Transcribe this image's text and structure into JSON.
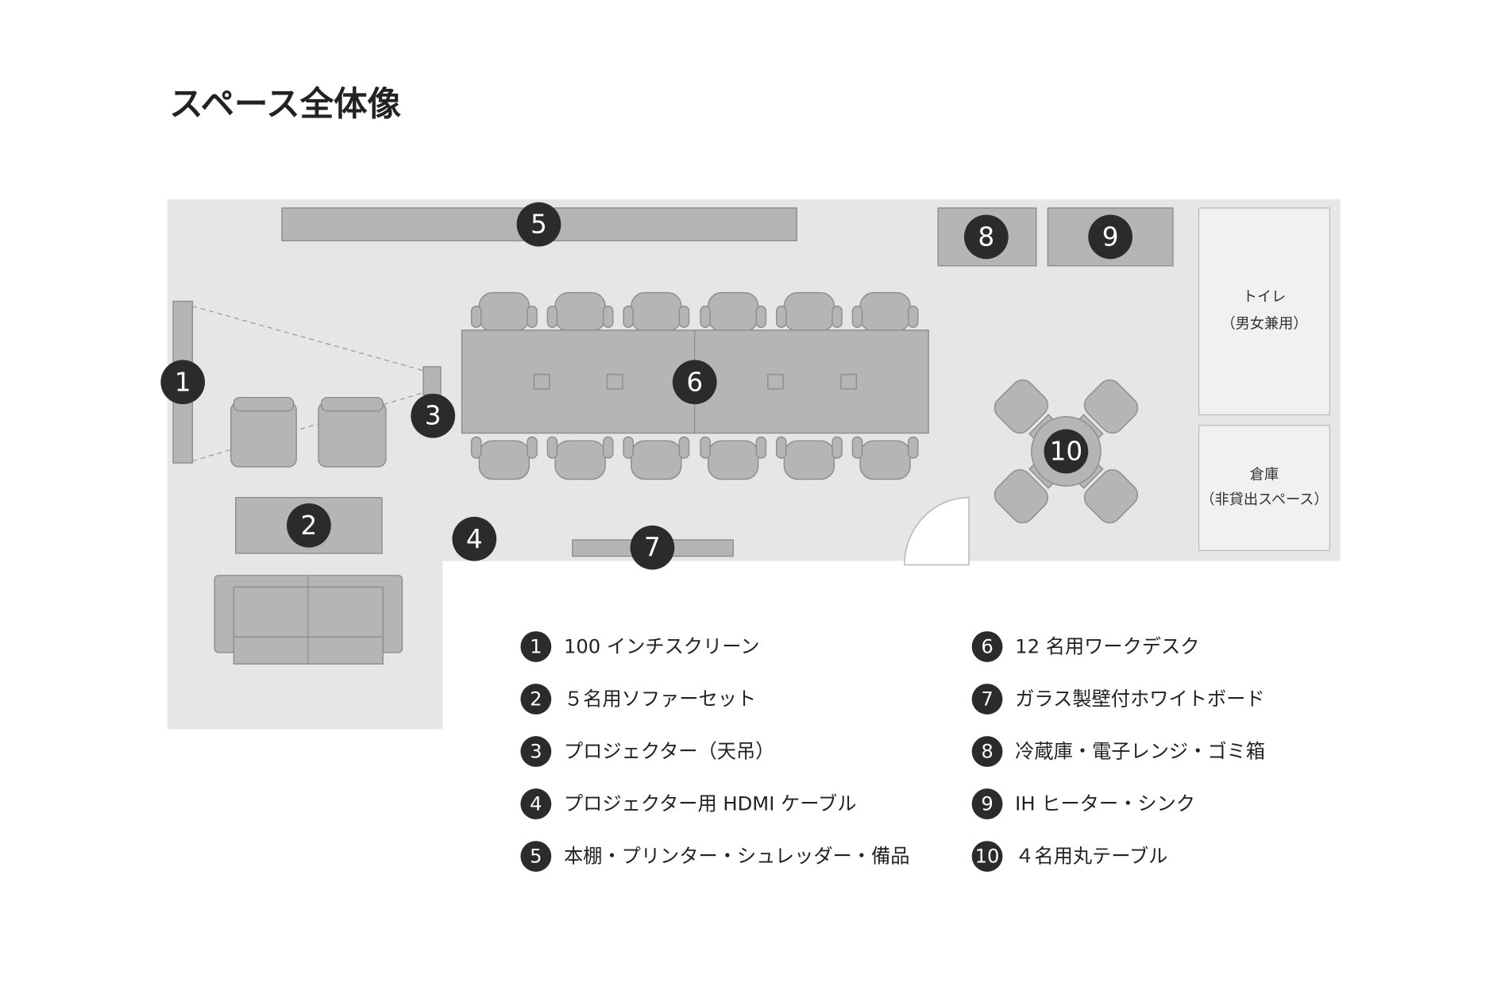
{
  "title": "スペース全体像",
  "rooms": {
    "toilet": {
      "line1": "トイレ",
      "line2": "（男女兼用）"
    },
    "storage": {
      "line1": "倉庫",
      "line2": "（非貸出スペース）"
    }
  },
  "badges": [
    "1",
    "2",
    "3",
    "4",
    "5",
    "6",
    "7",
    "8",
    "9",
    "10"
  ],
  "legend": [
    {
      "num": "1",
      "label": "100 インチスクリーン"
    },
    {
      "num": "2",
      "label": "５名用ソファーセット"
    },
    {
      "num": "3",
      "label": "プロジェクター（天吊）"
    },
    {
      "num": "4",
      "label": "プロジェクター用 HDMI ケーブル"
    },
    {
      "num": "5",
      "label": "本棚・プリンター・シュレッダー・備品"
    },
    {
      "num": "6",
      "label": "12 名用ワークデスク"
    },
    {
      "num": "7",
      "label": "ガラス製壁付ホワイトボード"
    },
    {
      "num": "8",
      "label": "冷蔵庫・電子レンジ・ゴミ箱"
    },
    {
      "num": "9",
      "label": "IH ヒーター・シンク"
    },
    {
      "num": "10",
      "label": "４名用丸テーブル"
    }
  ],
  "colors": {
    "floor": "#e6e6e6",
    "furniture": "#b5b5b5",
    "badge": "#2b2b2b",
    "room": "#f1f1f1"
  }
}
